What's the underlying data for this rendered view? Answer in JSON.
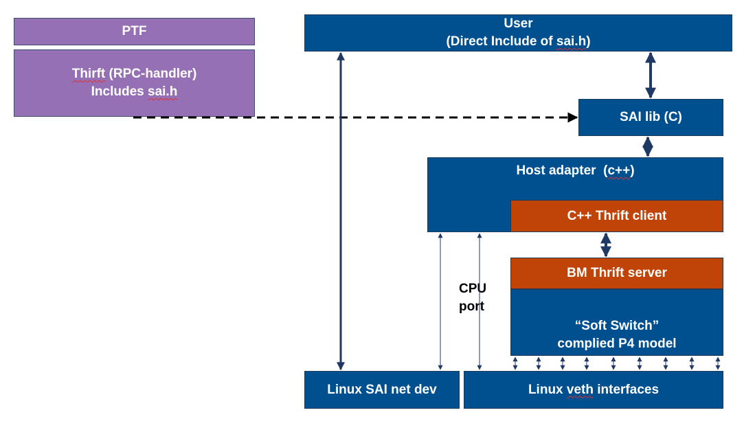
{
  "ptf": {
    "title": "PTF"
  },
  "thrift_handler": {
    "line1_word": "Thirft",
    "line1_rest": " (RPC-handler)",
    "line2_prefix": "Includes ",
    "line2_word": "sai.h"
  },
  "user": {
    "line1": "User",
    "line2_prefix": "(Direct Include of ",
    "line2_word": "sai.h",
    "line2_suffix": ")"
  },
  "sai_lib": {
    "label": "SAI lib (C)"
  },
  "host_adapter": {
    "prefix": "Host adapter  (",
    "word": "c++",
    "suffix": ")"
  },
  "cpp_thrift_client": {
    "label": "C++ Thrift client"
  },
  "bm_thrift_server": {
    "label": "BM Thrift server"
  },
  "soft_switch": {
    "line1": "“Soft Switch”",
    "line2": "complied P4 model"
  },
  "linux_sai_net_dev": {
    "label": "Linux SAI net dev"
  },
  "linux_veth": {
    "prefix": "Linux ",
    "word": "veth",
    "suffix": " interfaces"
  },
  "cpu_port": {
    "line1": "CPU",
    "line2": "port"
  },
  "colors": {
    "blue": "#00508f",
    "purple": "#9670b4",
    "orange": "#c04408",
    "arrow": "#1f3864"
  }
}
